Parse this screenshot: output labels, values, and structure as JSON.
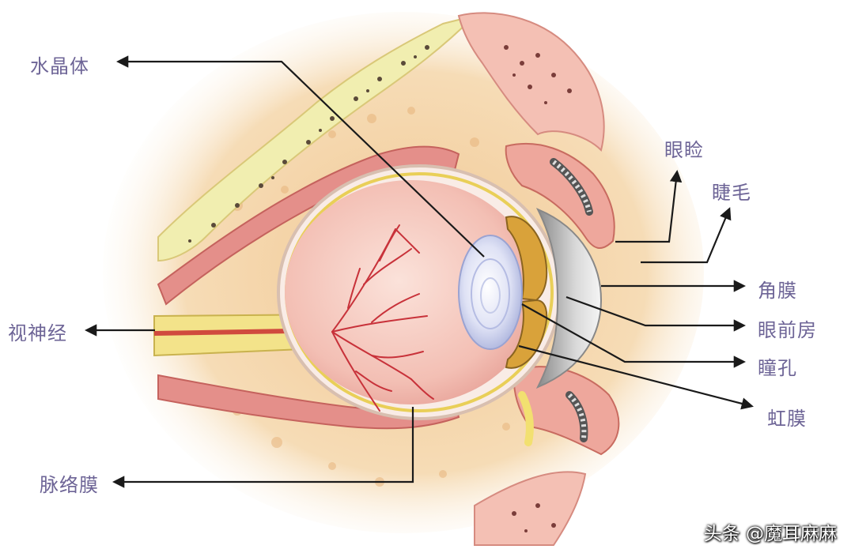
{
  "labels": {
    "lens": "水晶体",
    "eyelid": "眼睑",
    "eyelash": "睫毛",
    "cornea": "角膜",
    "anterior_chamber": "眼前房",
    "pupil": "瞳孔",
    "iris": "虹膜",
    "optic_nerve": "视神经",
    "choroid": "脉络膜"
  },
  "watermark": "头条 @魔耳麻麻",
  "colors": {
    "label": "#6d6496",
    "leader": "#1a1a1a",
    "fat": "#f3cf9c",
    "bone": "#f1eeb0",
    "muscle": "#e48f8a",
    "eyeball": "#f4c6be",
    "vessel": "#c8323a",
    "lens": "#d8dcf2",
    "iris": "#d9a23a"
  }
}
